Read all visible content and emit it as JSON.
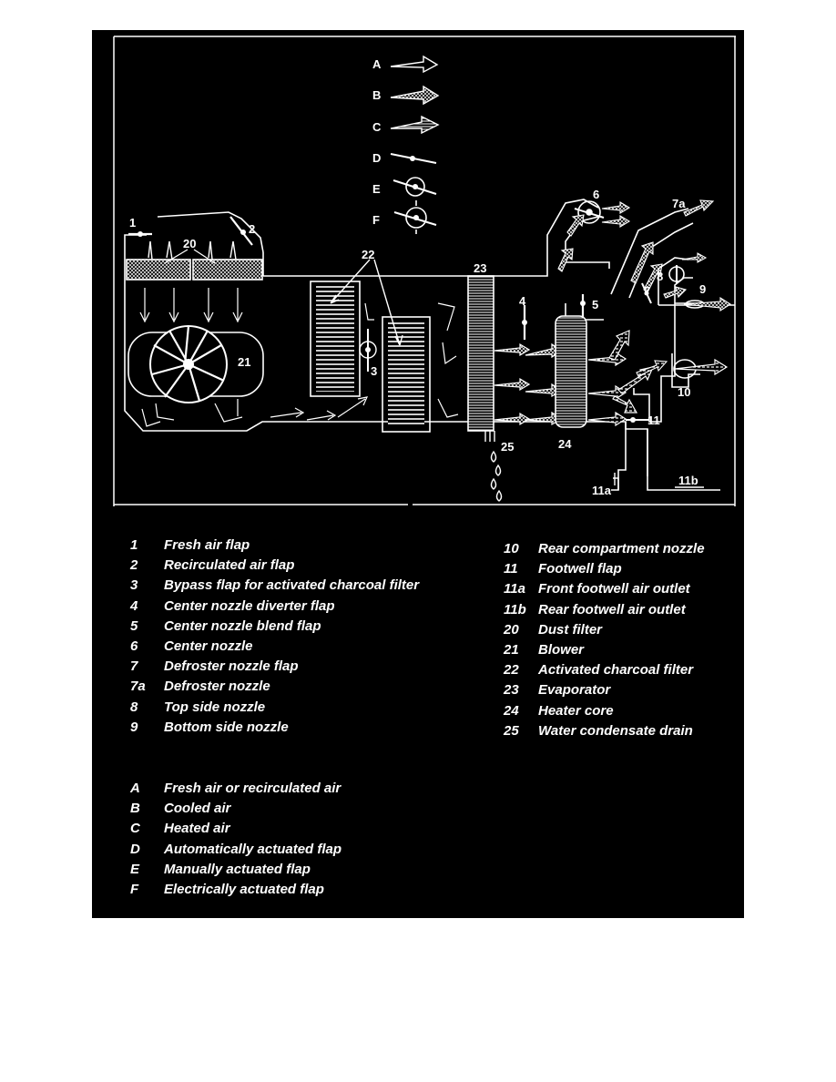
{
  "diagram": {
    "symbols": [
      {
        "key": "A",
        "icon": "outline-arrow-icon"
      },
      {
        "key": "B",
        "icon": "cooled-arrow-icon"
      },
      {
        "key": "C",
        "icon": "heated-arrow-icon"
      },
      {
        "key": "D",
        "icon": "automatic-flap-icon"
      },
      {
        "key": "E",
        "icon": "manual-flap-icon"
      },
      {
        "key": "F",
        "icon": "electric-flap-icon"
      }
    ],
    "callouts": {
      "c1": "1",
      "c2": "2",
      "c3": "3",
      "c4": "4",
      "c5": "5",
      "c6": "6",
      "c7": "7",
      "c7a": "7a",
      "c8": "8",
      "c9": "9",
      "c10": "10",
      "c11": "11",
      "c11a": "11a",
      "c11b": "11b",
      "c20": "20",
      "c21": "21",
      "c22": "22",
      "c23": "23",
      "c24": "24",
      "c25": "25"
    }
  },
  "legend": {
    "components_left": [
      {
        "num": "1",
        "label": "Fresh air flap"
      },
      {
        "num": "2",
        "label": "Recirculated air flap"
      },
      {
        "num": "3",
        "label": "Bypass flap for activated charcoal filter"
      },
      {
        "num": "4",
        "label": "Center nozzle diverter flap"
      },
      {
        "num": "5",
        "label": "Center nozzle blend flap"
      },
      {
        "num": "6",
        "label": "Center nozzle"
      },
      {
        "num": "7",
        "label": "Defroster nozzle flap"
      },
      {
        "num": "7a",
        "label": "Defroster nozzle"
      },
      {
        "num": "8",
        "label": "Top side nozzle"
      },
      {
        "num": "9",
        "label": "Bottom side nozzle"
      }
    ],
    "components_right": [
      {
        "num": "10",
        "label": "Rear compartment nozzle"
      },
      {
        "num": "11",
        "label": "Footwell flap"
      },
      {
        "num": "11a",
        "label": "Front footwell air outlet"
      },
      {
        "num": "11b",
        "label": "Rear footwell air outlet"
      },
      {
        "num": "20",
        "label": "Dust filter"
      },
      {
        "num": "21",
        "label": "Blower"
      },
      {
        "num": "22",
        "label": "Activated charcoal filter"
      },
      {
        "num": "23",
        "label": "Evaporator"
      },
      {
        "num": "24",
        "label": "Heater core"
      },
      {
        "num": "25",
        "label": "Water condensate drain"
      }
    ],
    "symbols": [
      {
        "key": "A",
        "label": "Fresh air or recirculated air"
      },
      {
        "key": "B",
        "label": "Cooled air"
      },
      {
        "key": "C",
        "label": "Heated air"
      },
      {
        "key": "D",
        "label": "Automatically actuated flap"
      },
      {
        "key": "E",
        "label": "Manually actuated flap"
      },
      {
        "key": "F",
        "label": "Electrically actuated flap"
      }
    ]
  }
}
